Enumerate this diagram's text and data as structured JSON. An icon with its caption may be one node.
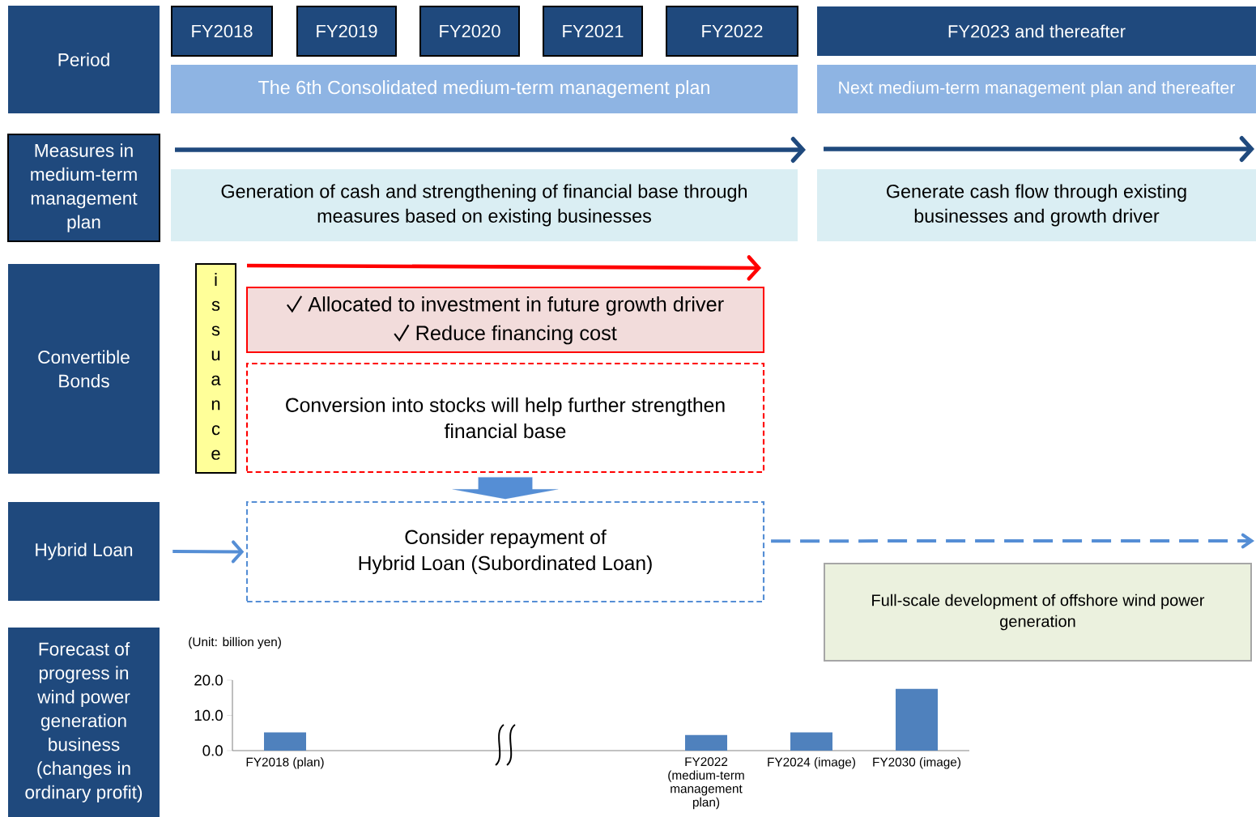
{
  "diagram": {
    "nodes": [
      {
        "text": [
          "Period"
        ]
      },
      {
        "text": [
          "FY2018"
        ]
      },
      {
        "text": [
          "FY2019"
        ]
      },
      {
        "text": [
          "FY2020"
        ]
      },
      {
        "text": [
          "FY2021"
        ]
      },
      {
        "text": [
          "FY2022"
        ]
      },
      {
        "text": [
          "FY2023 and thereafter"
        ]
      },
      {
        "text": [
          "The 6th Consolidated medium-term management plan"
        ]
      },
      {
        "text": [
          "Next medium-term management plan and thereafter"
        ]
      },
      {
        "text": [
          "Measures in medium-term management plan"
        ]
      },
      {
        "text": [
          "Generation of cash and strengthening of financial base through measures based on existing businesses"
        ]
      },
      {
        "text": [
          "Generate cash flow through existing businesses and growth driver"
        ]
      },
      {
        "text": [
          "Convertible Bonds"
        ]
      },
      {
        "text": [
          "issuance"
        ]
      },
      {
        "text": [
          "Allocated to investment in future growth driver",
          "Reduce financing cost"
        ]
      },
      {
        "text": [
          "Conversion into stocks will help further strengthen financial base"
        ]
      },
      {
        "text": [
          "Consider repayment of",
          "Hybrid Loan (Subordinated Loan)"
        ]
      },
      {
        "text": [
          "Hybrid Loan"
        ]
      },
      {
        "text": [
          "Full-scale development  of offshore wind power generation"
        ]
      },
      {
        "text": [
          "Forecast of progress in wind power generation business (changes in ordinary profit)"
        ]
      }
    ],
    "edges": [
      {
        "from": 15,
        "to": 16,
        "arrow": "to",
        "style": "thick"
      },
      {
        "from": 17,
        "to": 16,
        "arrow": "to"
      },
      {
        "from": 16,
        "to": null,
        "arrow": "to",
        "style": "dashed"
      }
    ],
    "chart_data": {
      "type": "bar",
      "ylabel": "(Unit: billion yen)",
      "categories": [
        "FY2018 (plan)",
        null,
        null,
        null,
        "FY2022 (medium-term management plan)",
        "FY2024 (image)",
        "FY2030 (image)"
      ],
      "values": [
        5.2,
        null,
        null,
        null,
        4.4,
        5.2,
        17.5
      ],
      "ylim": [
        0,
        20
      ],
      "yticks": [
        {
          "value": 0,
          "label": "0.0"
        },
        {
          "value": 10,
          "label": "10.0"
        },
        {
          "value": 20,
          "label": "20.0"
        }
      ]
    }
  }
}
